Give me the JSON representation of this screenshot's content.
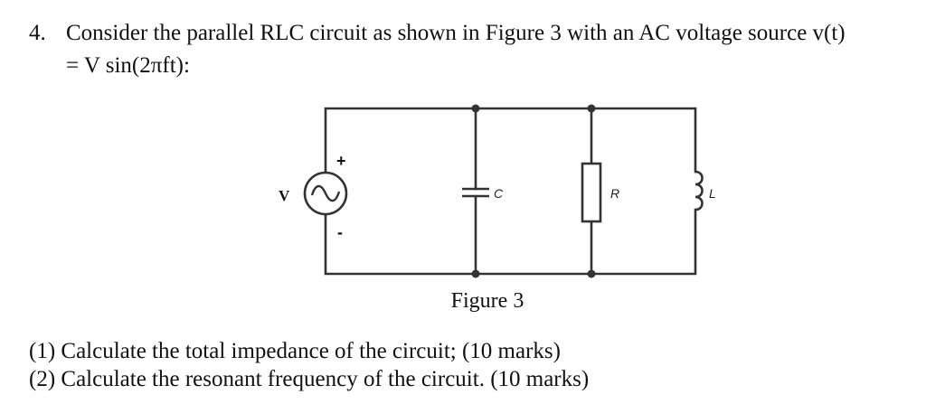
{
  "question": {
    "number": "4.",
    "line1": "Consider the parallel RLC circuit as shown in Figure 3 with an AC voltage source v(t)",
    "line2": "= V sin(2πft):"
  },
  "figure": {
    "source_label": "V",
    "plus_sign": "+",
    "minus_sign": "-",
    "capacitor_label": "C",
    "resistor_label": "R",
    "inductor_label": "L",
    "caption": "Figure 3"
  },
  "subquestions": [
    "(1) Calculate the total impedance of the circuit; (10 marks)",
    "(2) Calculate the resonant frequency of the circuit. (10 marks)"
  ]
}
